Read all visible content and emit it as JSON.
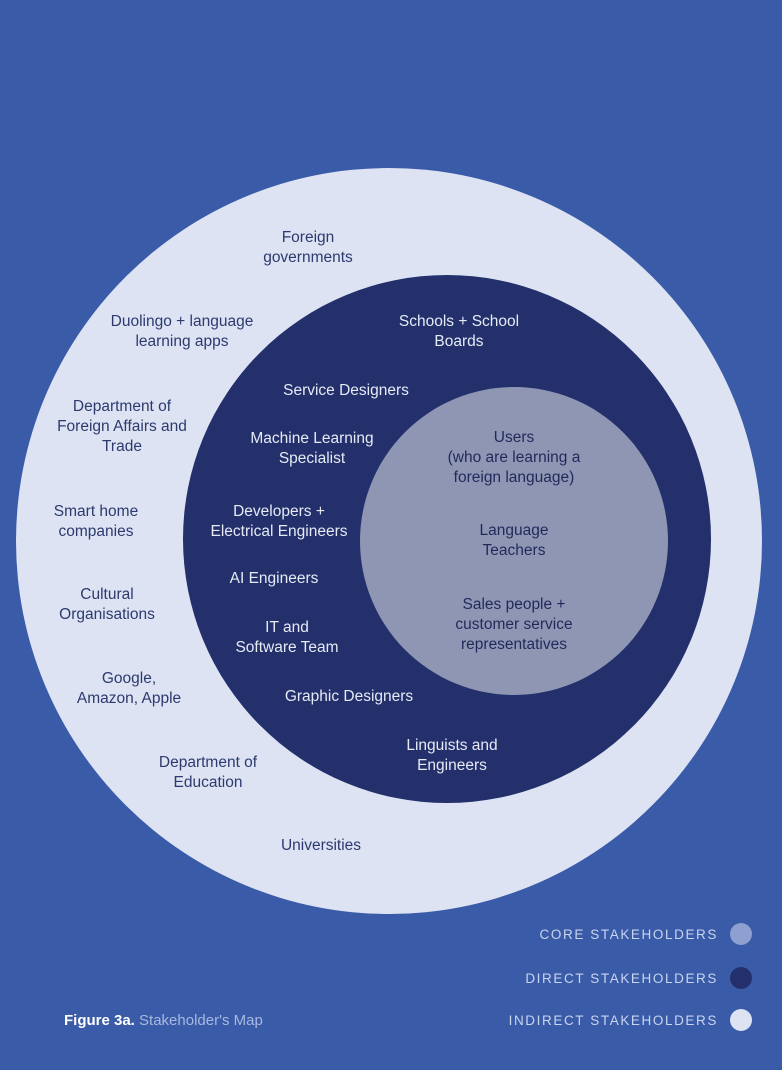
{
  "colors": {
    "background": "#3a5ba8",
    "indirect": "#dde3f3",
    "direct": "#23306b",
    "core": "#8f96b4"
  },
  "indirect_labels": [
    "Foreign\ngovernments",
    "Duolingo + language\nlearning apps",
    "Department of\nForeign Affairs and\nTrade",
    "Smart home\ncompanies",
    "Cultural\nOrganisations",
    "Google,\nAmazon, Apple",
    "Department of\nEducation",
    "Universities"
  ],
  "direct_labels": [
    "Schools + School\nBoards",
    "Service Designers",
    "Machine Learning\nSpecialist",
    "Developers +\nElectrical Engineers",
    "AI Engineers",
    "IT and\nSoftware Team",
    "Graphic Designers",
    "Linguists and\nEngineers"
  ],
  "core_labels": [
    "Users\n(who are learning a\nforeign language)",
    "Language\nTeachers",
    "Sales people +\ncustomer service\nrepresentatives"
  ],
  "legend": [
    {
      "label": "CORE STAKEHOLDERS",
      "color": "#8f9fd0"
    },
    {
      "label": "DIRECT STAKEHOLDERS",
      "color": "#23306b"
    },
    {
      "label": "INDIRECT STAKEHOLDERS",
      "color": "#dde3f3"
    }
  ],
  "caption": {
    "figure": "Figure 3a.",
    "title": "Stakeholder's Map"
  }
}
